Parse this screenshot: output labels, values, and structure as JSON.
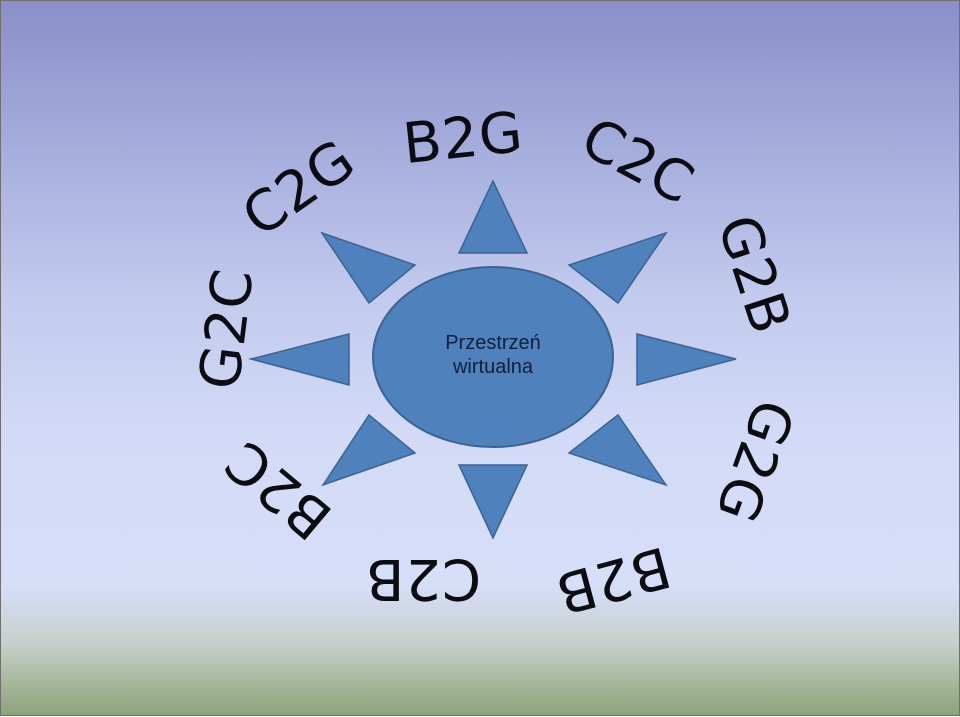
{
  "center": {
    "line1": "Przestrzeń",
    "line2": "wirtualna"
  },
  "labels": {
    "b2g": "B2G",
    "c2c": "C2C",
    "g2b": "G2B",
    "g2g": "G2G",
    "b2b": "B2B",
    "c2b": "C2B",
    "b2c": "B2C",
    "g2c": "G2C",
    "c2g": "C2G"
  },
  "colors": {
    "shape_fill": "#4f81bd",
    "shape_stroke": "#3a5f8f",
    "text": "#0b0b12"
  }
}
